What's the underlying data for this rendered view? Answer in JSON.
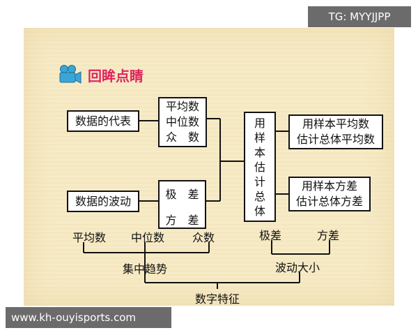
{
  "watermark_top": "TG: MYYJJPP",
  "watermark_bottom": "www.kh-ouyisports.com",
  "title": "回眸点睛",
  "icon": "camera-icon",
  "colors": {
    "title": "#e0245e",
    "icon": "#3aa6d8",
    "lines": "#111111"
  },
  "boxes": {
    "representative": "数据的代表",
    "mean": "平均数",
    "median": "中位数",
    "mode": "众　数",
    "fluctuation": "数据的波动",
    "range": "极　差",
    "variance": "方　差",
    "estimate_chars": [
      "用",
      "样",
      "本",
      "估",
      "计",
      "总",
      "体"
    ],
    "estimate_mean_1": "用样本平均数",
    "estimate_mean_2": "估计总体平均数",
    "estimate_var_1": "用样本方差",
    "estimate_var_2": "估计总体方差"
  },
  "tree": {
    "mean": "平均数",
    "median": "中位数",
    "mode": "众数",
    "range": "极差",
    "variance": "方差",
    "central_tendency": "集中趋势",
    "fluctuation_size": "波动大小",
    "numeric_features": "数字特征"
  }
}
